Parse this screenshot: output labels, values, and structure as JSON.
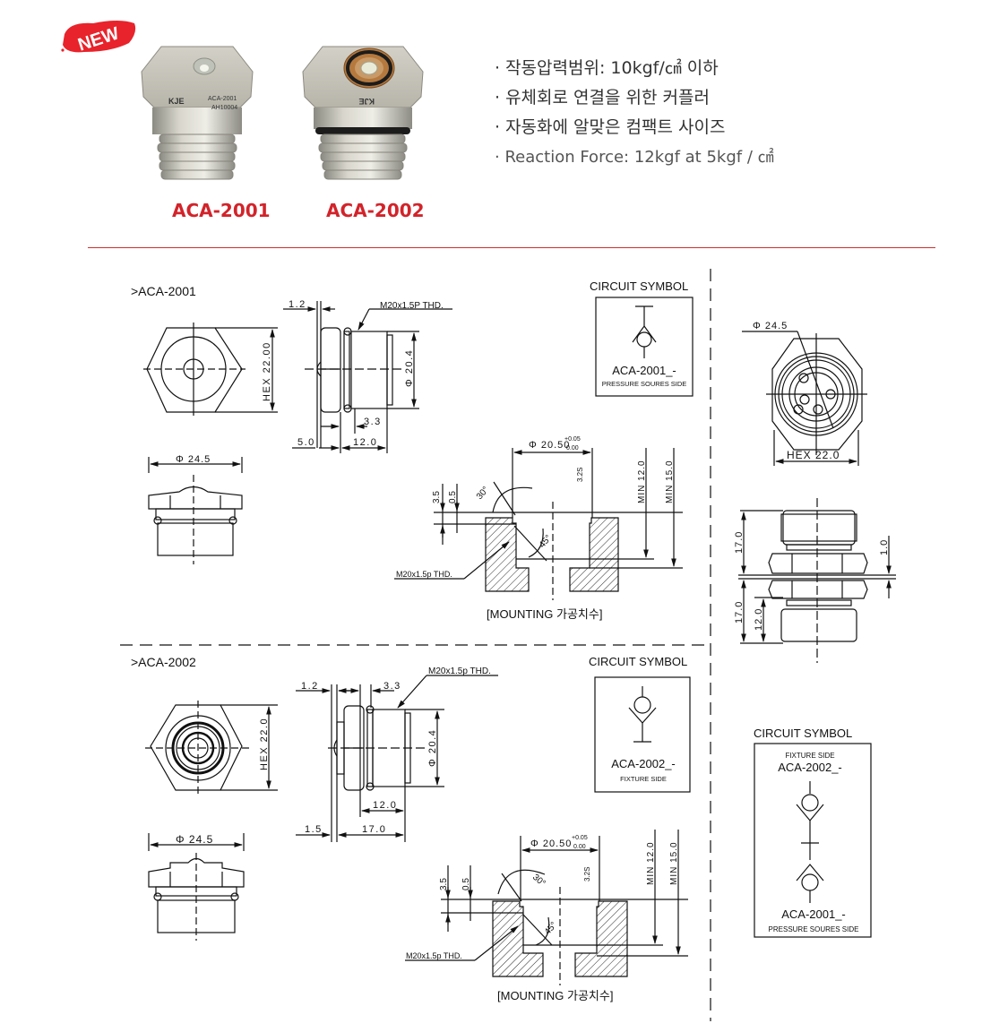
{
  "badge": {
    "label": "NEW",
    "color": "#e8232b"
  },
  "products": [
    {
      "name": "ACA-2001",
      "engraving": [
        "ACA-2001",
        "AH10004"
      ],
      "logo": "KJE"
    },
    {
      "name": "ACA-2002",
      "logo": "KJE"
    }
  ],
  "features": [
    "· 작동압력범위: 10kgf/㎠ 이하",
    "· 유체회로 연결을 위한 커플러",
    "· 자동화에 알맞은 컴팩트 사이즈",
    "· Reaction Force: 12kgf at 5kgf / ㎠"
  ],
  "colors": {
    "accent": "#d2232a",
    "divider": "#c9302c",
    "line": "#111111"
  },
  "drawings": {
    "aca2001": {
      "title": ">ACA-2001",
      "front": {
        "hex": "HEX 22.00"
      },
      "side": {
        "thread": "M20x1.5P THD.",
        "d1": "1.2",
        "d2": "3.3",
        "d3": "5.0",
        "d4": "12.0",
        "dia": "Φ 20.4"
      },
      "top": {
        "dia": "Φ 24.5"
      },
      "circuit": {
        "heading": "CIRCUIT SYMBOL",
        "code": "ACA-2001_-",
        "side": "PRESSURE SOURES SIDE"
      },
      "mounting": {
        "dia": "Φ 20.50",
        "tol_plus": "+0.05",
        "tol_minus": "0.00",
        "roughness": "3.2S",
        "d_a": "3.5",
        "d_b": "0.5",
        "angle1": "30°",
        "angle2": "45°",
        "min1": "MIN 12.0",
        "min2": "MIN 15.0",
        "thread": "M20x1.5p THD.",
        "caption": "[MOUNTING 가공치수]"
      }
    },
    "aca2002": {
      "title": ">ACA-2002",
      "front": {
        "hex": "HEX 22.0"
      },
      "side": {
        "thread": "M20x1.5p THD.",
        "d1": "1.2",
        "d2": "3.3",
        "d3": "1.5",
        "d4": "17.0",
        "d5": "12.0",
        "dia": "Φ 20.4"
      },
      "top": {
        "dia": "Φ 24.5"
      },
      "circuit": {
        "heading": "CIRCUIT SYMBOL",
        "code": "ACA-2002_-",
        "side": "FIXTURE SIDE"
      },
      "mounting": {
        "dia": "Φ 20.50",
        "tol_plus": "+0.05",
        "tol_minus": "0.00",
        "roughness": "3.2S",
        "d_a": "3.5",
        "d_b": "0.5",
        "angle1": "30°",
        "angle2": "45°",
        "min1": "MIN 12.0",
        "min2": "MIN 15.0",
        "thread": "M20x1.5p THD.",
        "caption": "[MOUNTING 가공치수]"
      }
    },
    "assembly": {
      "dia": "Φ 24.5",
      "hex": "HEX 22.0",
      "h_top": "17.0",
      "h_bottom": "17.0",
      "h_inner": "12.0",
      "gap": "1.0",
      "circuit": {
        "heading": "CIRCUIT SYMBOL",
        "top_side": "FIXTURE SIDE",
        "top_code": "ACA-2002_-",
        "bottom_code": "ACA-2001_-",
        "bottom_side": "PRESSURE SOURES SIDE"
      }
    }
  }
}
